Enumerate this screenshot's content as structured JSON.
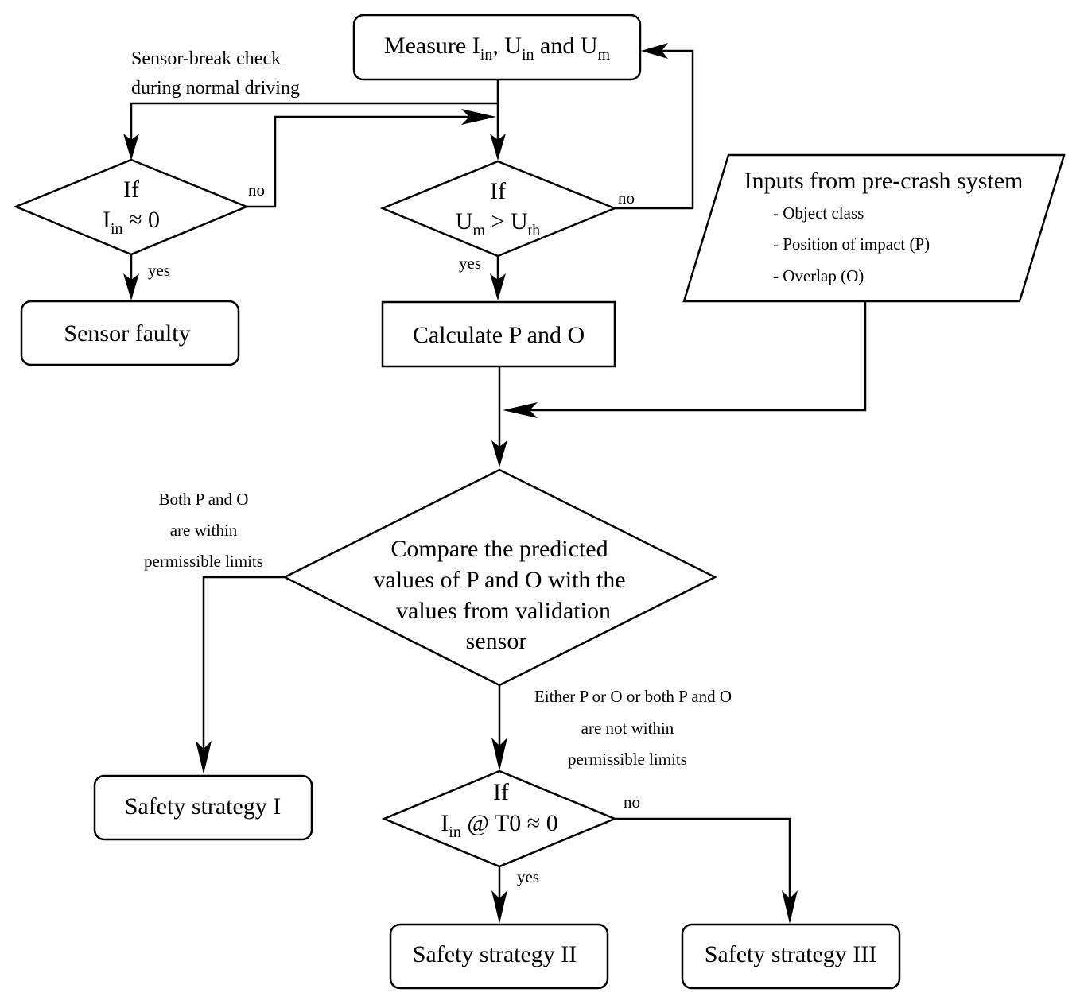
{
  "colors": {
    "stroke": "#000000",
    "background": "#ffffff"
  },
  "nodes": {
    "measure": {
      "prefix": "Measure I",
      "sub1": "in",
      "mid1": ", U",
      "sub2": "in",
      "mid2": " and U",
      "sub3": "m"
    },
    "check_iin": {
      "line1": "If",
      "prefix": "I",
      "sub": "in",
      "suffix": " ≈ 0"
    },
    "check_um": {
      "line1": "If",
      "prefix": "U",
      "sub1": "m",
      "mid": " > U",
      "sub2": "th"
    },
    "sensor_faulty": {
      "label": "Sensor faulty"
    },
    "calculate": {
      "label": "Calculate P and O"
    },
    "inputs": {
      "title": "Inputs from pre-crash system",
      "items": [
        "- Object class",
        "- Position of impact (P)",
        "- Overlap (O)"
      ]
    },
    "compare": {
      "lines": [
        "Compare the predicted",
        "values of P and O with the",
        "values from validation",
        "sensor"
      ]
    },
    "check_t0": {
      "line1": "If",
      "prefix": "I",
      "sub": "in",
      "suffix": " @ T0 ≈ 0"
    },
    "strategy1": {
      "label": "Safety strategy I"
    },
    "strategy2": {
      "label": "Safety strategy II"
    },
    "strategy3": {
      "label": "Safety strategy III"
    }
  },
  "edge_labels": {
    "sensor_break": [
      "Sensor-break check",
      "during normal driving"
    ],
    "no_iin": "no",
    "yes_iin": "yes",
    "no_um": "no",
    "yes_um": "yes",
    "within": [
      "Both P and O",
      "are within",
      "permissible limits"
    ],
    "not_within": [
      "Either  P or O or both P and O",
      "are  not within",
      "permissible limits"
    ],
    "no_t0": "no",
    "yes_t0": "yes"
  }
}
